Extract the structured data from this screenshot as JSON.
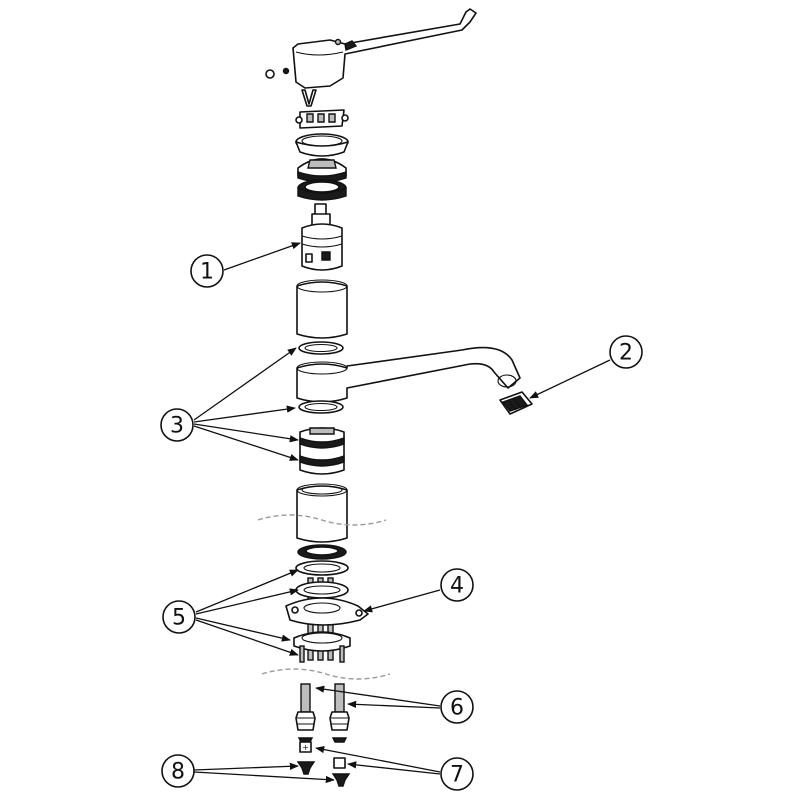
{
  "callouts": [
    {
      "id": "c1",
      "label": "1"
    },
    {
      "id": "c2",
      "label": "2"
    },
    {
      "id": "c3",
      "label": "3"
    },
    {
      "id": "c4",
      "label": "4"
    },
    {
      "id": "c5",
      "label": "5"
    },
    {
      "id": "c6",
      "label": "6"
    },
    {
      "id": "c7",
      "label": "7"
    },
    {
      "id": "c8",
      "label": "8"
    }
  ],
  "colors": {
    "line": "#111111",
    "fill": "#ffffff",
    "shade": "#bdbdbd",
    "break_line": "#9a9a9a"
  }
}
